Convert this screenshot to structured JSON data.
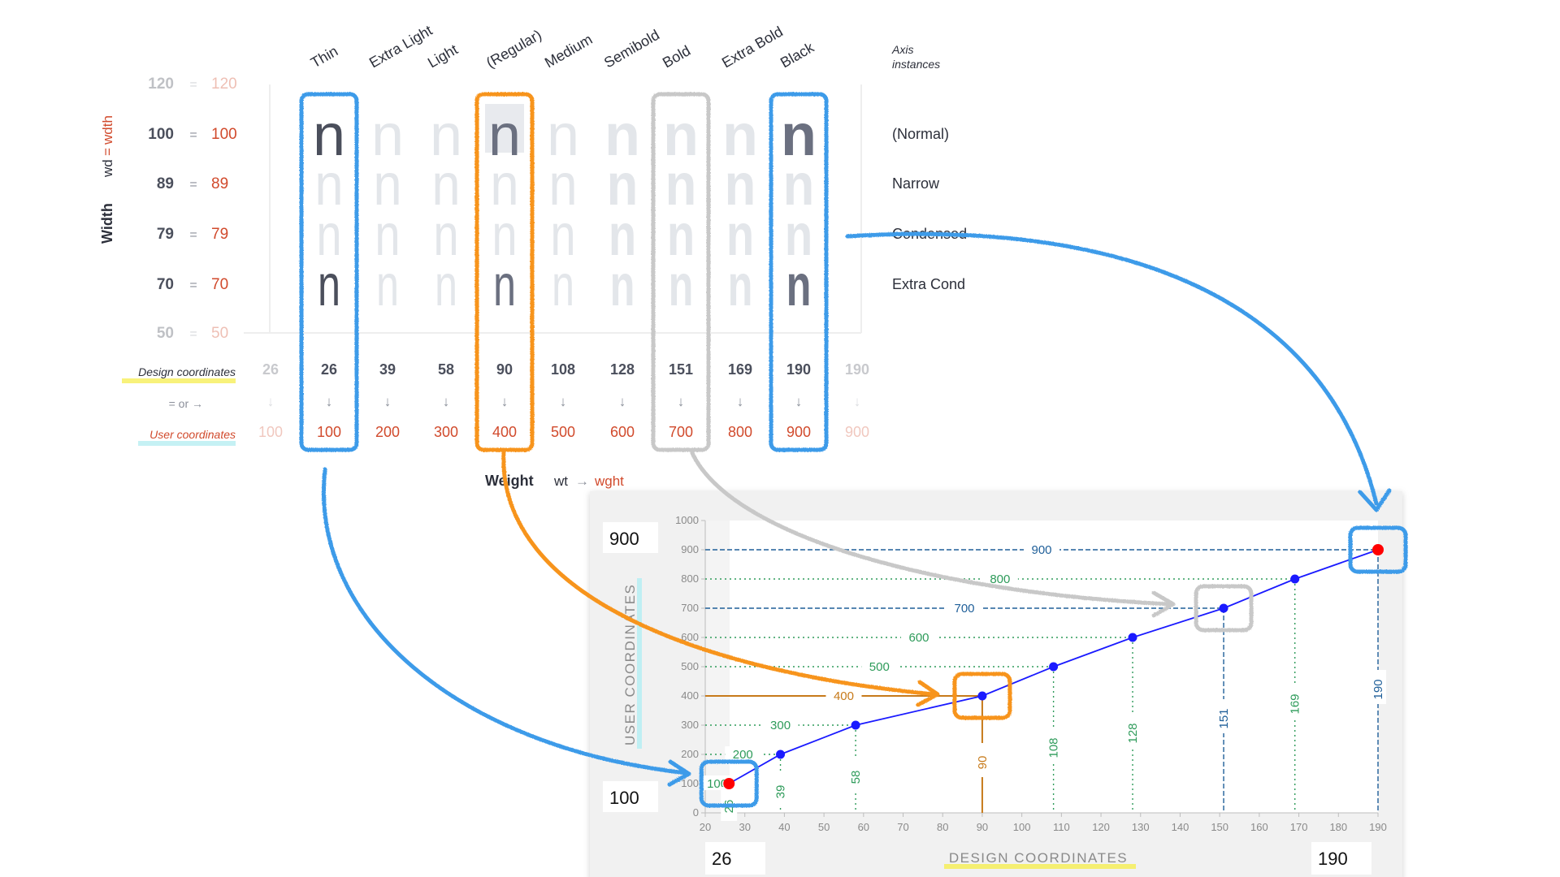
{
  "weight_axis": {
    "instance_names": [
      "Thin",
      "Extra Light",
      "Light",
      "(Regular)",
      "Medium",
      "Semibold",
      "Bold",
      "Extra Bold",
      "Black"
    ],
    "axis_label": "Weight",
    "axis_tag": "wt",
    "arrow": "→",
    "axis_tag_user": "wght",
    "design_coordinates_label": "Design coordinates",
    "mapping_label": "= or →",
    "user_coordinates_label": "User coordinates",
    "design_values": [
      "26",
      "26",
      "39",
      "58",
      "90",
      "108",
      "128",
      "151",
      "169",
      "190",
      "190"
    ],
    "user_values": [
      "100",
      "100",
      "200",
      "300",
      "400",
      "500",
      "600",
      "700",
      "800",
      "900",
      "900"
    ],
    "down_arrow": "↓",
    "highlight_columns": [
      {
        "name": "thin",
        "color": "#3d9be9"
      },
      {
        "name": "regular",
        "color": "#f7941d"
      },
      {
        "name": "bold",
        "color": "#c8c8c8"
      },
      {
        "name": "black",
        "color": "#3d9be9"
      }
    ]
  },
  "width_axis": {
    "axis_label": "Width",
    "axis_tag": "wd",
    "equals": "=",
    "axis_tag_user": "wdth",
    "rows": [
      {
        "design": "120",
        "user": "120",
        "faded": true
      },
      {
        "design": "100",
        "user": "100",
        "faded": false
      },
      {
        "design": "89",
        "user": "89",
        "faded": false
      },
      {
        "design": "79",
        "user": "79",
        "faded": false
      },
      {
        "design": "70",
        "user": "70",
        "faded": false
      },
      {
        "design": "50",
        "user": "50",
        "faded": true
      }
    ],
    "instances_header": "Axis instances",
    "instances_header_lines": [
      "Axis",
      "instances"
    ],
    "instance_names": [
      "(Normal)",
      "Narrow",
      "Condensed",
      "Extra Cond"
    ]
  },
  "glyph": "n",
  "chart": {
    "ylabel": "USER COORDINATES",
    "xlabel": "DESIGN COORDINATES",
    "corner_labels": {
      "top_left": "900",
      "bottom_left": "100",
      "bottom_x_left": "26",
      "bottom_x_right": "190"
    },
    "accent_colors": {
      "blue_crayon": "#3d9be9",
      "orange_crayon": "#f7941d",
      "grey_crayon": "#c8c8c8",
      "line": "#1a1aff",
      "endpoint": "#ff0000",
      "guide": "#2e9b5a",
      "guide_dark": "#1f5f99",
      "guide_orange": "#c77a1a"
    }
  },
  "chart_data": {
    "type": "line",
    "title": "",
    "xlabel": "DESIGN COORDINATES",
    "ylabel": "USER COORDINATES",
    "xlim": [
      20,
      190
    ],
    "ylim": [
      0,
      1000
    ],
    "x_ticks": [
      "20",
      "30",
      "40",
      "50",
      "60",
      "70",
      "80",
      "90",
      "100",
      "110",
      "120",
      "130",
      "140",
      "150",
      "160",
      "170",
      "180",
      "190"
    ],
    "y_ticks": [
      "0",
      "100",
      "200",
      "300",
      "400",
      "500",
      "600",
      "700",
      "800",
      "900",
      "1000"
    ],
    "series": [
      {
        "x": [
          26,
          39,
          58,
          90,
          108,
          128,
          151,
          169,
          190
        ],
        "y": [
          100,
          200,
          300,
          400,
          500,
          600,
          700,
          800,
          900
        ]
      }
    ],
    "guide_y_labels": [
      "100",
      "200",
      "300",
      "400",
      "500",
      "600",
      "700",
      "800",
      "900"
    ],
    "guide_x_labels": [
      "26",
      "39",
      "58",
      "90",
      "108",
      "128",
      "151",
      "169",
      "190"
    ],
    "endpoints": [
      [
        26,
        100
      ],
      [
        190,
        900
      ]
    ],
    "grid": false
  }
}
